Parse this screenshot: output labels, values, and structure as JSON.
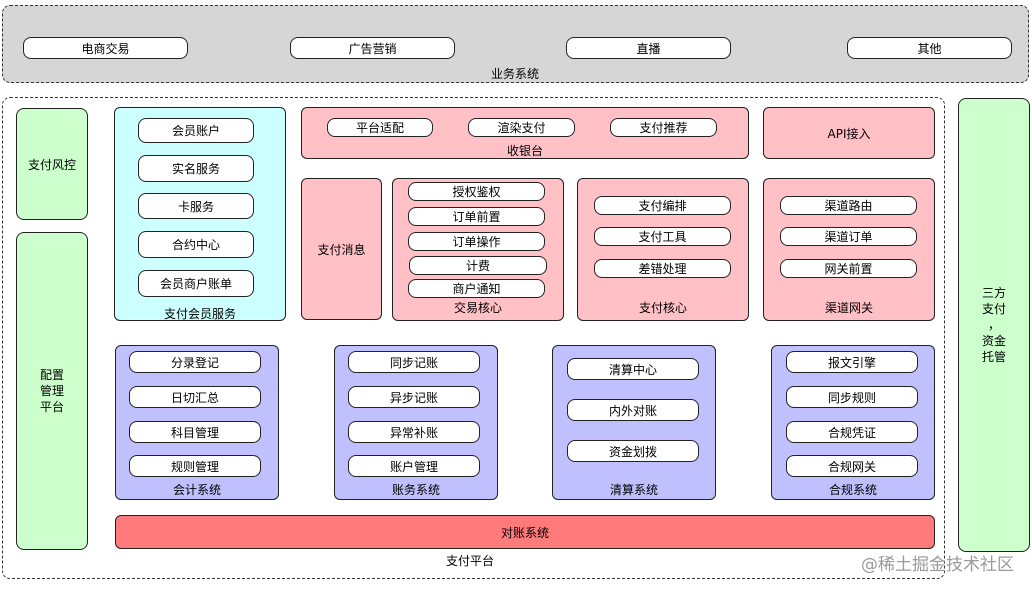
{
  "business": {
    "title": "业务系统",
    "items": [
      "电商交易",
      "广告营销",
      "直播",
      "其他"
    ]
  },
  "platform": {
    "title": "支付平台"
  },
  "risk": "支付风控",
  "config": [
    "配置",
    "管理",
    "平台"
  ],
  "third": [
    "三方",
    "支付",
    "，",
    "资金",
    "托管"
  ],
  "member": {
    "title": "支付会员服务",
    "items": [
      "会员账户",
      "实名服务",
      "卡服务",
      "合约中心",
      "会员商户账单"
    ]
  },
  "cashier": {
    "title": "收银台",
    "items": [
      "平台适配",
      "渲染支付",
      "支付推荐"
    ]
  },
  "api": "API接入",
  "msg": "支付消息",
  "trade": {
    "title": "交易核心",
    "items": [
      "授权鉴权",
      "订单前置",
      "订单操作",
      "计费",
      "商户通知"
    ]
  },
  "paycore": {
    "title": "支付核心",
    "items": [
      "支付编排",
      "支付工具",
      "差错处理"
    ]
  },
  "channel": {
    "title": "渠道网关",
    "items": [
      "渠道路由",
      "渠道订单",
      "网关前置"
    ]
  },
  "accounting": {
    "title": "会计系统",
    "items": [
      "分录登记",
      "日切汇总",
      "科目管理",
      "规则管理"
    ]
  },
  "ledger": {
    "title": "账务系统",
    "items": [
      "同步记账",
      "异步记账",
      "异常补账",
      "账户管理"
    ]
  },
  "clearing": {
    "title": "清算系统",
    "items": [
      "清算中心",
      "内外对账",
      "资金划拨"
    ]
  },
  "compliance": {
    "title": "合规系统",
    "items": [
      "报文引擎",
      "同步规则",
      "合规凭证",
      "合规网关"
    ]
  },
  "recon": "对账系统",
  "watermark": "@稀土掘金技术社区"
}
